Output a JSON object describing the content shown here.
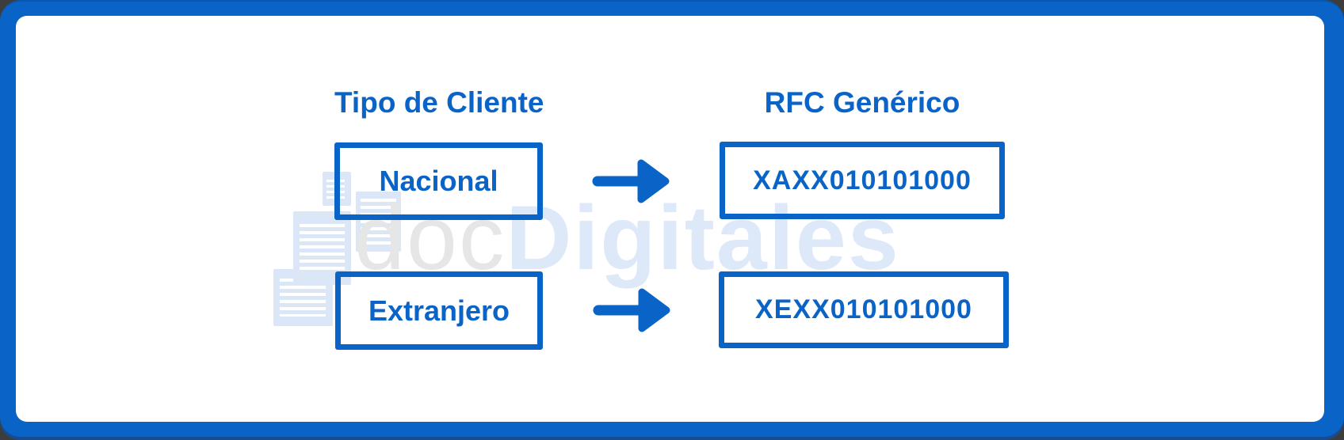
{
  "diagram": {
    "headers": {
      "left": "Tipo de Cliente",
      "right": "RFC Genérico"
    },
    "rows": [
      {
        "client_type": "Nacional",
        "rfc": "XAXX010101000"
      },
      {
        "client_type": "Extranjero",
        "rfc": "XEXX010101000"
      }
    ]
  },
  "watermark": {
    "text_prefix": "doc",
    "text_suffix": "Digitales",
    "icon": "documents-stack-icon"
  },
  "colors": {
    "brand_blue": "#0A63C6",
    "canvas_white": "#FFFFFF",
    "watermark_text_blue": "#DDE9F8",
    "watermark_text_gray": "#E6E6E6",
    "watermark_page_blue": "#DBE7F7",
    "outside_corner_gray": "#3D3D3D"
  }
}
